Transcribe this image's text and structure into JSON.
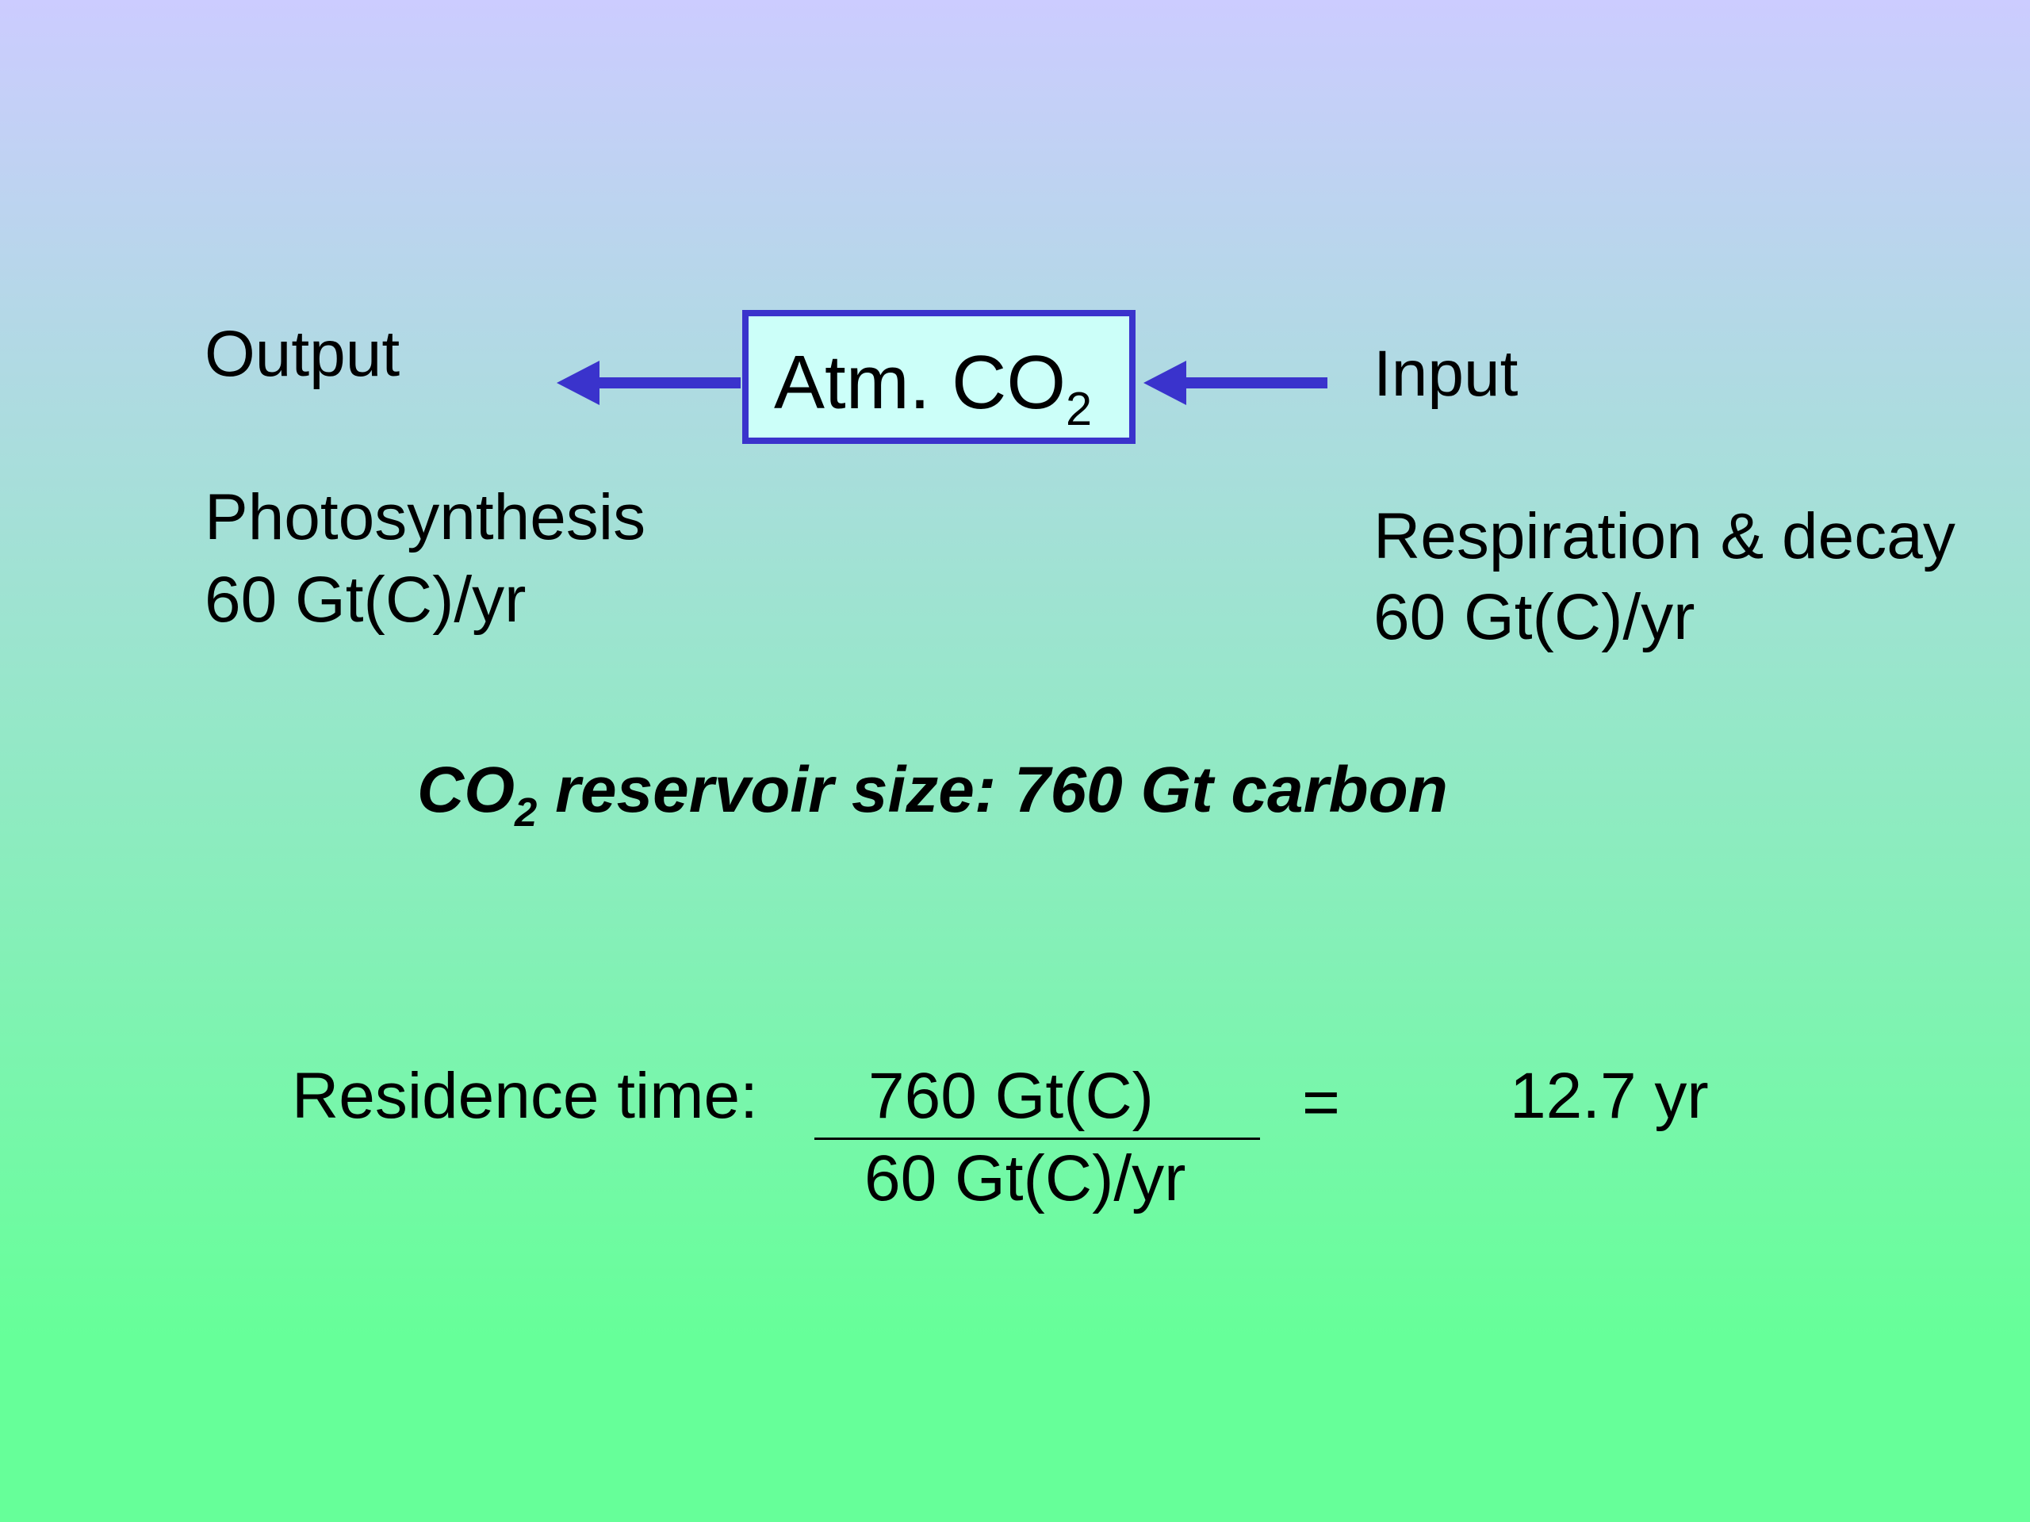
{
  "diagram": {
    "box": {
      "label_main": "Atm. CO",
      "label_subscript": "2"
    },
    "output": {
      "heading": "Output",
      "process": "Photosynthesis",
      "flux": "60 Gt(C)/yr"
    },
    "input": {
      "heading": "Input",
      "process": "Respiration & decay",
      "flux": "60 Gt(C)/yr"
    },
    "reservoir": {
      "prefix": "CO",
      "subscript": "2",
      "text": " reservoir size:  760 Gt carbon"
    },
    "residence": {
      "label": "Residence time:",
      "numerator": "760 Gt(C)",
      "denominator": "60 Gt(C)/yr",
      "equals": "=",
      "result": "12.7 yr"
    }
  },
  "colors": {
    "background_top": "#ccccff",
    "background_bottom": "#66ff99",
    "arrow": "#3a33cc",
    "box_fill": "#ccfff9",
    "box_border": "#3a33cc"
  }
}
